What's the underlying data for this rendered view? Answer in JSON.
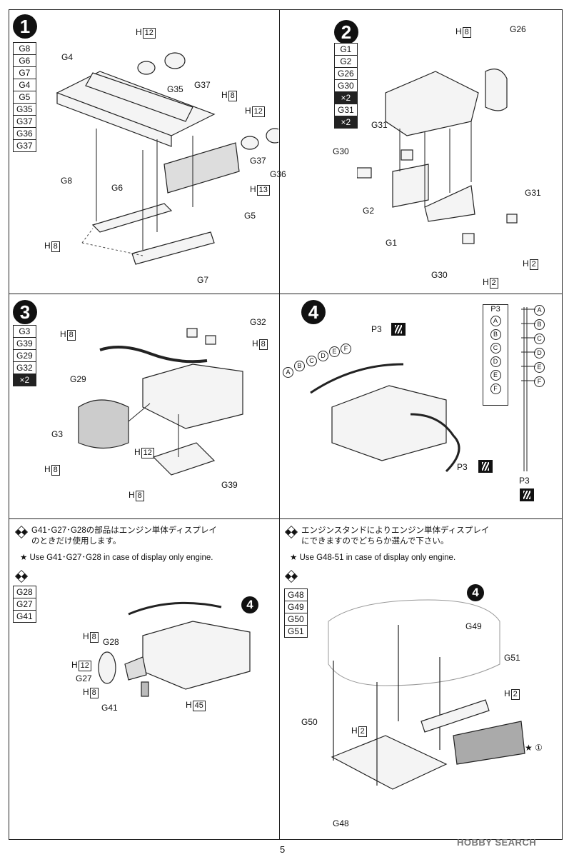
{
  "page_number": "5",
  "watermark": "HOBBY SEARCH",
  "steps": [
    {
      "number": "1",
      "parts": [
        "G8",
        "G6",
        "G7",
        "G4",
        "G5",
        "G35",
        "G37",
        "G36",
        "G37"
      ],
      "labels": {
        "g4": "G4",
        "g8": "G8",
        "g6": "G6",
        "g7": "G7",
        "g5": "G5",
        "g35": "G35",
        "g37a": "G37",
        "g37b": "G37",
        "g36": "G36",
        "h12a": "12",
        "h12b": "12",
        "h8a": "8",
        "h13": "13",
        "h8b": "8"
      }
    },
    {
      "number": "2",
      "parts": [
        "G1",
        "G2",
        "G26",
        "G30",
        "×2",
        "G31",
        "×2"
      ],
      "labels": {
        "h8": "8",
        "g26": "G26",
        "g31a": "G31",
        "g30a": "G30",
        "g2": "G2",
        "g1": "G1",
        "g31b": "G31",
        "g30b": "G30",
        "h2a": "2",
        "h2b": "2"
      }
    },
    {
      "number": "3",
      "parts": [
        "G3",
        "G39",
        "G29",
        "G32",
        "×2"
      ],
      "labels": {
        "h8a": "8",
        "g32": "G32",
        "h8b": "8",
        "g29": "G29",
        "g3": "G3",
        "h12": "12",
        "h8c": "8",
        "h8d": "8",
        "g39": "G39"
      }
    },
    {
      "number": "4",
      "labels": {
        "p3a": "P3",
        "p3b": "P3",
        "p3c": "P3"
      },
      "wires": [
        "A",
        "B",
        "C",
        "D",
        "E",
        "F"
      ],
      "legend_title": "P3"
    }
  ],
  "notes": {
    "left_jp_1": "G41･G27･G28の部品はエンジン単体ディスプレイ",
    "left_jp_2": "のときだけ使用します。",
    "left_en": "★ Use G41･G27･G28 in case of display only engine.",
    "right_jp_1": "エンジンスタンドによりエンジン単体ディスプレイ",
    "right_jp_2": "にできますのでどちらか選んで下さい。",
    "right_en": "★ Use G48-51 in case of display only engine."
  },
  "bottom_left": {
    "parts": [
      "G28",
      "G27",
      "G41"
    ],
    "step_ref": "4",
    "labels": {
      "h8a": "8",
      "g28": "G28",
      "h12": "12",
      "g27": "G27",
      "h8b": "8",
      "g41": "G41",
      "h45": "45"
    }
  },
  "bottom_right": {
    "parts": [
      "G48",
      "G49",
      "G50",
      "G51"
    ],
    "step_ref": "4",
    "labels": {
      "g49": "G49",
      "g51": "G51",
      "h2a": "2",
      "g50": "G50",
      "h2b": "2",
      "g48": "G48",
      "decal": "①"
    }
  },
  "h_prefix": "H"
}
